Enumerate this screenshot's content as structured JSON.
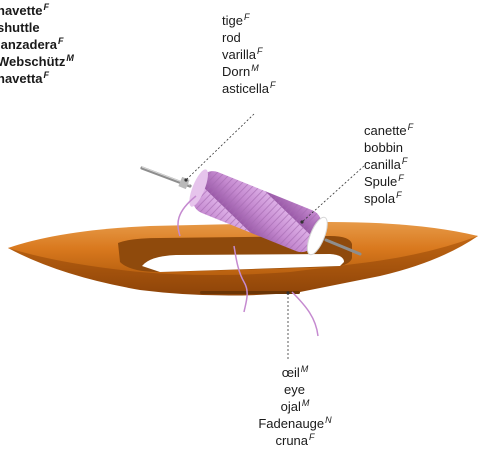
{
  "labels": {
    "shuttle": [
      {
        "text": "navette",
        "gender": "F"
      },
      {
        "text": "shuttle",
        "gender": ""
      },
      {
        "text": "lanzadera",
        "gender": "F"
      },
      {
        "text": "Webschütz",
        "gender": "M"
      },
      {
        "text": "navetta",
        "gender": "F"
      }
    ],
    "rod": [
      {
        "text": "tige",
        "gender": "F"
      },
      {
        "text": "rod",
        "gender": ""
      },
      {
        "text": "varilla",
        "gender": "F"
      },
      {
        "text": "Dorn",
        "gender": "M"
      },
      {
        "text": "asticella",
        "gender": "F"
      }
    ],
    "bobbin": [
      {
        "text": "canette",
        "gender": "F"
      },
      {
        "text": "bobbin",
        "gender": ""
      },
      {
        "text": "canilla",
        "gender": "F"
      },
      {
        "text": "Spule",
        "gender": "F"
      },
      {
        "text": "spola",
        "gender": "F"
      }
    ],
    "eye": [
      {
        "text": "œil",
        "gender": "M"
      },
      {
        "text": "eye",
        "gender": ""
      },
      {
        "text": "ojal",
        "gender": "M"
      },
      {
        "text": "Fadenauge",
        "gender": "N"
      },
      {
        "text": "cruna",
        "gender": "F"
      }
    ]
  },
  "colors": {
    "shuttle_wood": "#d9791e",
    "shuttle_dark": "#a8520d",
    "thread": "#c58ad0",
    "thread_dark": "#9a5aa8",
    "metal": "#9a9a9a"
  }
}
